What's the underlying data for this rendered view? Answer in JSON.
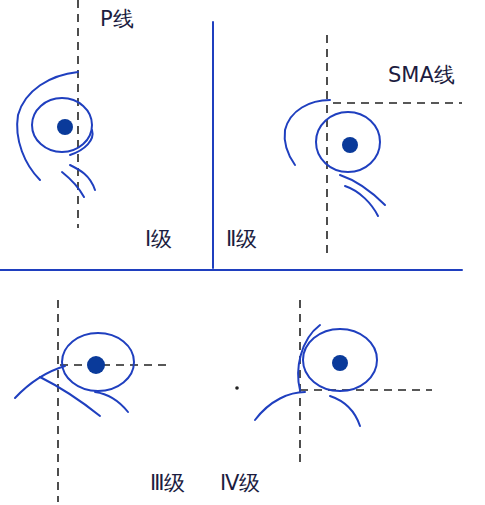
{
  "diagram": {
    "labels": [
      "P线",
      "SMA线",
      "Ⅰ级",
      "Ⅱ级",
      "Ⅲ级",
      "Ⅳ级"
    ]
  }
}
